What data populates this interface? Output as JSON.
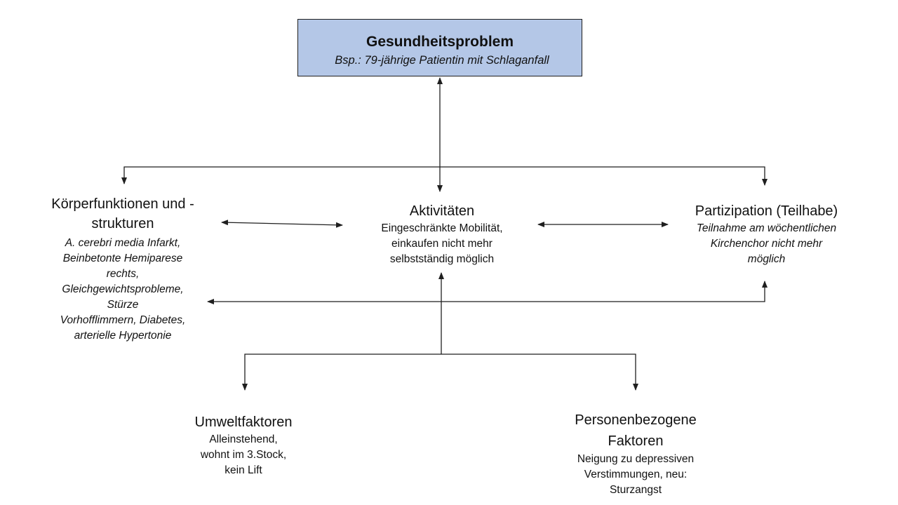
{
  "diagram": {
    "health_problem": {
      "title": "Gesundheitsproblem",
      "detail": [
        "Bsp.: 79-jährige Patientin mit Schlaganfall"
      ]
    },
    "body_functions": {
      "title": [
        "Körperfunktionen und -",
        "strukturen"
      ],
      "detail": [
        "A. cerebri media Infarkt,",
        "Beinbetonte Hemiparese",
        "rechts,",
        "Gleichgewichtsprobleme,",
        "Stürze",
        "Vorhofflimmern, Diabetes,",
        "arterielle Hypertonie"
      ]
    },
    "activities": {
      "title": [
        "Aktivitäten"
      ],
      "detail": [
        "Eingeschränkte Mobilität,",
        "einkaufen nicht mehr",
        "selbstständig möglich"
      ]
    },
    "participation": {
      "title": [
        "Partizipation (Teilhabe)"
      ],
      "detail": [
        "Teilnahme am wöchentlichen",
        "Kirchenchor nicht mehr",
        "möglich"
      ]
    },
    "environment": {
      "title": [
        "Umweltfaktoren"
      ],
      "detail": [
        "Alleinstehend,",
        "wohnt im 3.Stock,",
        "kein Lift"
      ]
    },
    "personal": {
      "title": [
        "Personenbezogene",
        "Faktoren"
      ],
      "detail": [
        "Neigung zu depressiven",
        "Verstimmungen, neu:",
        "Sturzangst"
      ]
    },
    "colors": {
      "header_fill": "#b4c7e7",
      "stroke": "#1f1f1f"
    }
  }
}
